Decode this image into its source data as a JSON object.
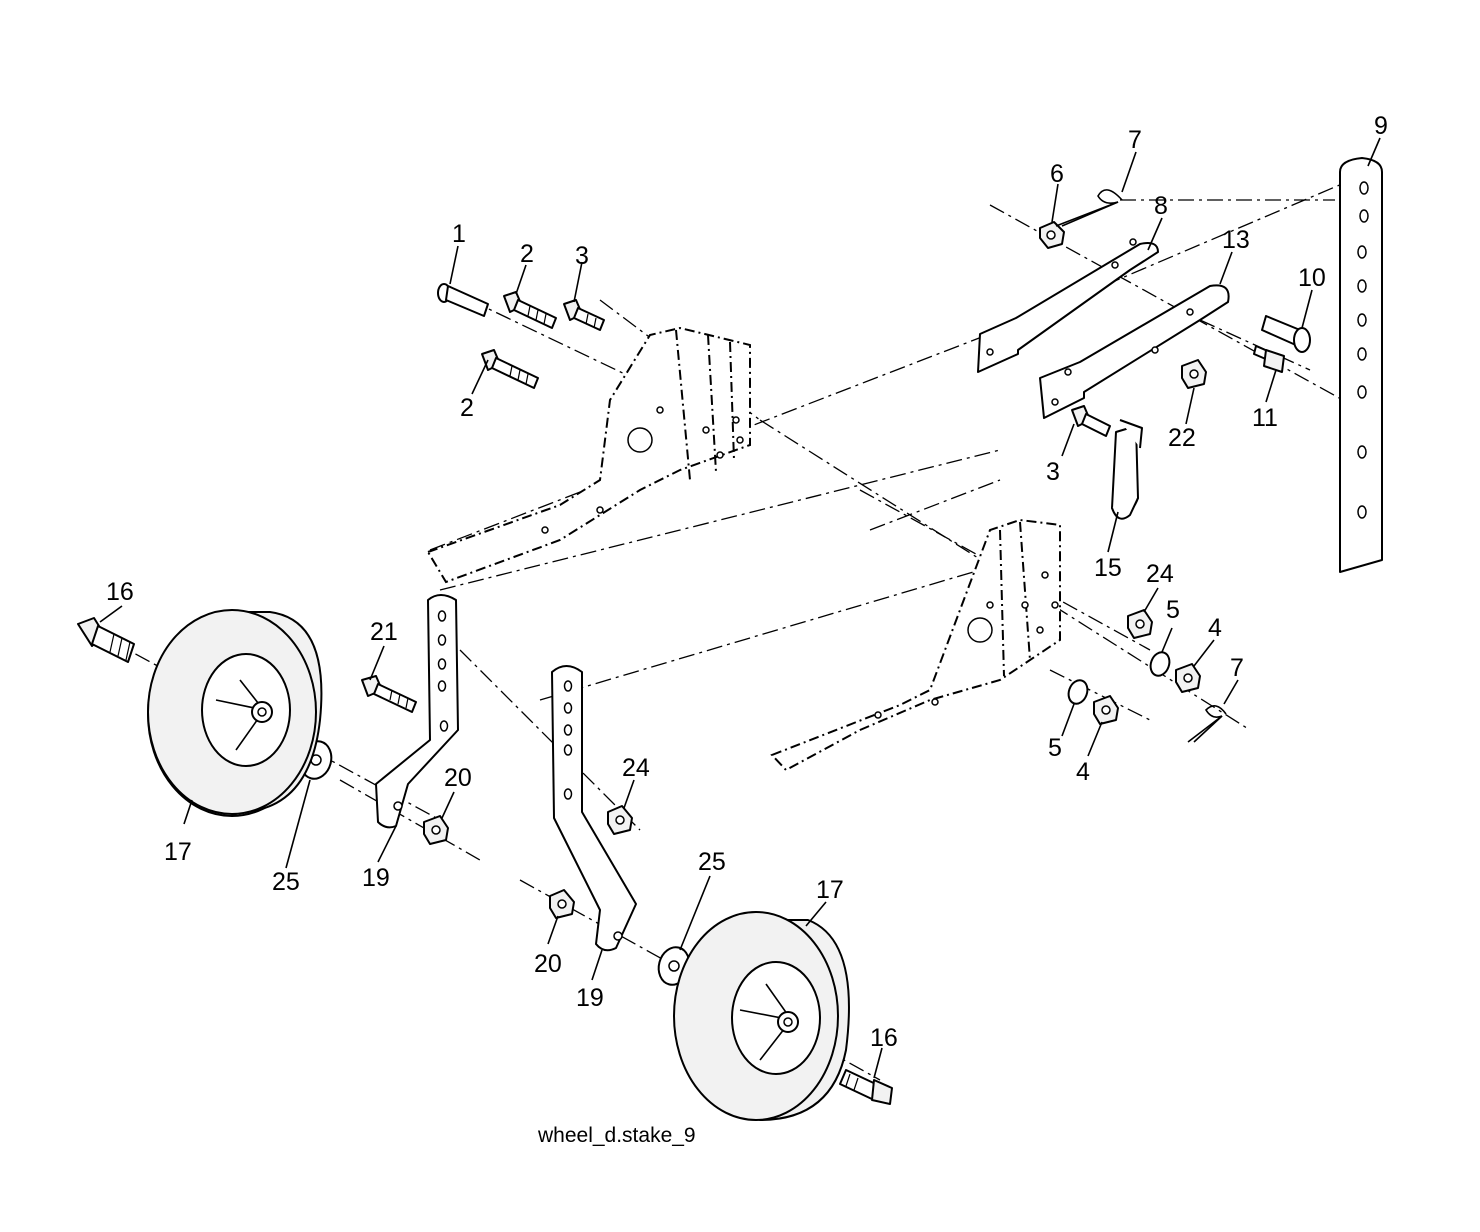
{
  "diagram": {
    "caption": "wheel_d.stake_9",
    "callouts": [
      {
        "id": "1",
        "label": "1"
      },
      {
        "id": "2a",
        "label": "2"
      },
      {
        "id": "2b",
        "label": "2"
      },
      {
        "id": "3a",
        "label": "3"
      },
      {
        "id": "3b",
        "label": "3"
      },
      {
        "id": "4a",
        "label": "4"
      },
      {
        "id": "4b",
        "label": "4"
      },
      {
        "id": "5a",
        "label": "5"
      },
      {
        "id": "5b",
        "label": "5"
      },
      {
        "id": "6",
        "label": "6"
      },
      {
        "id": "7a",
        "label": "7"
      },
      {
        "id": "7b",
        "label": "7"
      },
      {
        "id": "8",
        "label": "8"
      },
      {
        "id": "9",
        "label": "9"
      },
      {
        "id": "10",
        "label": "10"
      },
      {
        "id": "11",
        "label": "11"
      },
      {
        "id": "13",
        "label": "13"
      },
      {
        "id": "15",
        "label": "15"
      },
      {
        "id": "16a",
        "label": "16"
      },
      {
        "id": "16b",
        "label": "16"
      },
      {
        "id": "17a",
        "label": "17"
      },
      {
        "id": "17b",
        "label": "17"
      },
      {
        "id": "19a",
        "label": "19"
      },
      {
        "id": "19b",
        "label": "19"
      },
      {
        "id": "20a",
        "label": "20"
      },
      {
        "id": "20b",
        "label": "20"
      },
      {
        "id": "21",
        "label": "21"
      },
      {
        "id": "22",
        "label": "22"
      },
      {
        "id": "24a",
        "label": "24"
      },
      {
        "id": "24b",
        "label": "24"
      },
      {
        "id": "25a",
        "label": "25"
      },
      {
        "id": "25b",
        "label": "25"
      }
    ]
  }
}
